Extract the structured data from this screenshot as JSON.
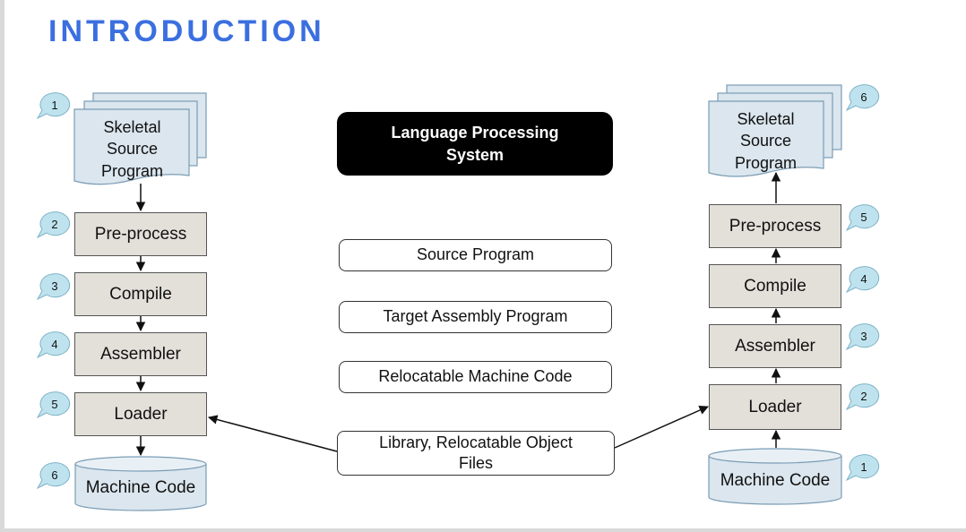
{
  "title": "INTRODUCTION",
  "center": {
    "header_line1": "Language Processing",
    "header_line2": "System",
    "source_program": "Source Program",
    "target_assembly": "Target Assembly Program",
    "relocatable": "Relocatable Machine Code",
    "library_line1": "Library, Relocatable Object",
    "library_line2": "Files"
  },
  "left": {
    "doc_line1": "Skeletal",
    "doc_line2": "Source",
    "doc_line3": "Program",
    "preprocess": "Pre-process",
    "compile": "Compile",
    "assembler": "Assembler",
    "loader": "Loader",
    "machine_code": "Machine Code",
    "badges": [
      "1",
      "2",
      "3",
      "4",
      "5",
      "6"
    ]
  },
  "right": {
    "doc_line1": "Skeletal",
    "doc_line2": "Source",
    "doc_line3": "Program",
    "preprocess": "Pre-process",
    "compile": "Compile",
    "assembler": "Assembler",
    "loader": "Loader",
    "machine_code": "Machine Code",
    "badges": [
      "6",
      "5",
      "4",
      "3",
      "2",
      "1"
    ]
  },
  "colors": {
    "title": "#3b6fe0",
    "step_box": "#e3e0da",
    "doc_fill": "#dbe6ee",
    "badge_fill": "#bfe3ee"
  }
}
